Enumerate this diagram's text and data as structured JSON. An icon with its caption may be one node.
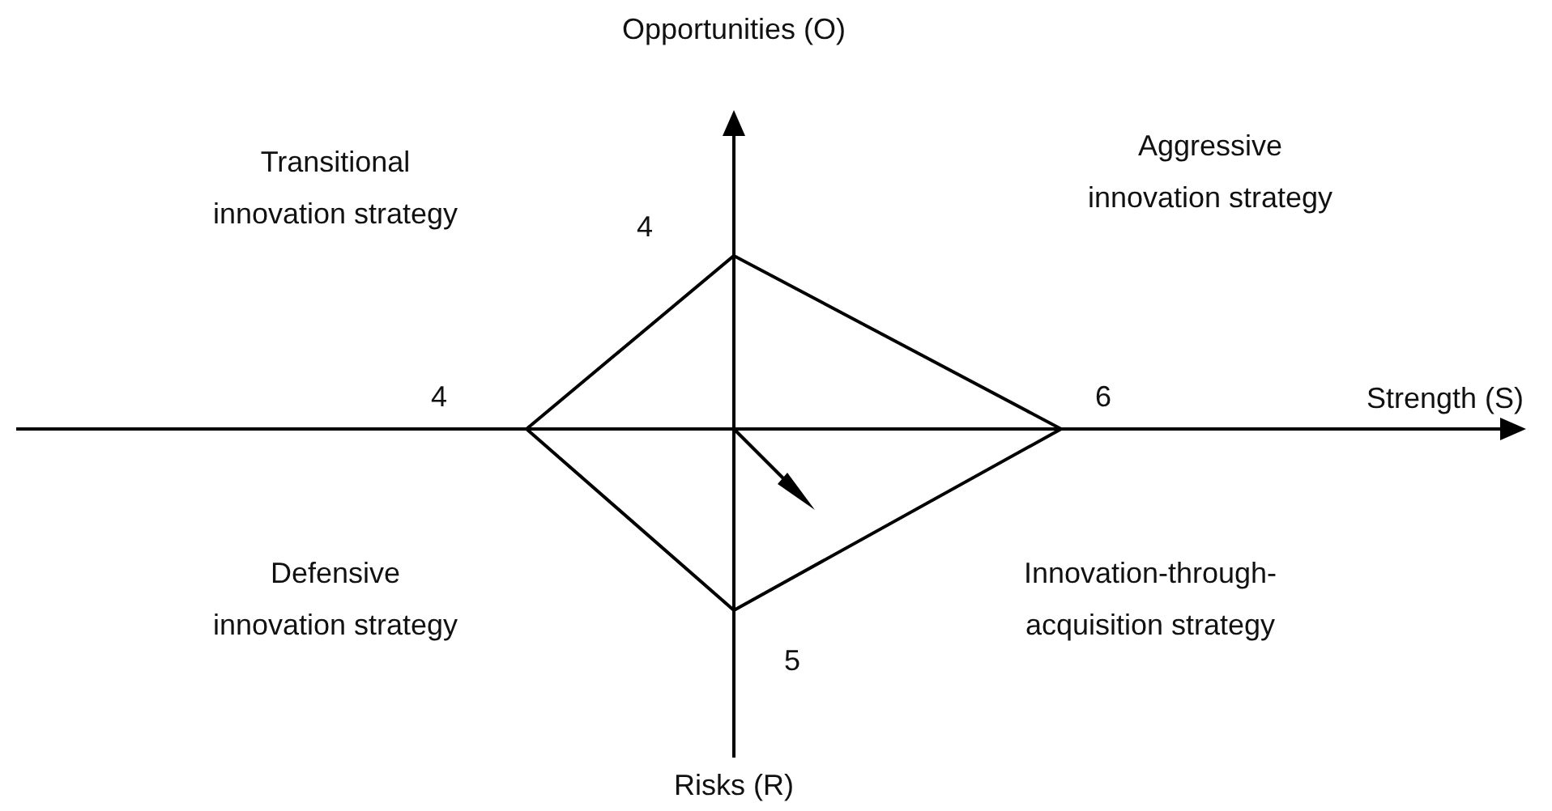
{
  "diagram": {
    "labels": [
      "Opportunities (O)",
      "Transitional innovation strategy",
      "Aggressive innovation strategy",
      "4",
      "4",
      "6",
      "Strength (S)",
      "Defensive innovation strategy",
      "Innovation-through-acquisition strategy",
      "5",
      "Risks (R)"
    ]
  }
}
